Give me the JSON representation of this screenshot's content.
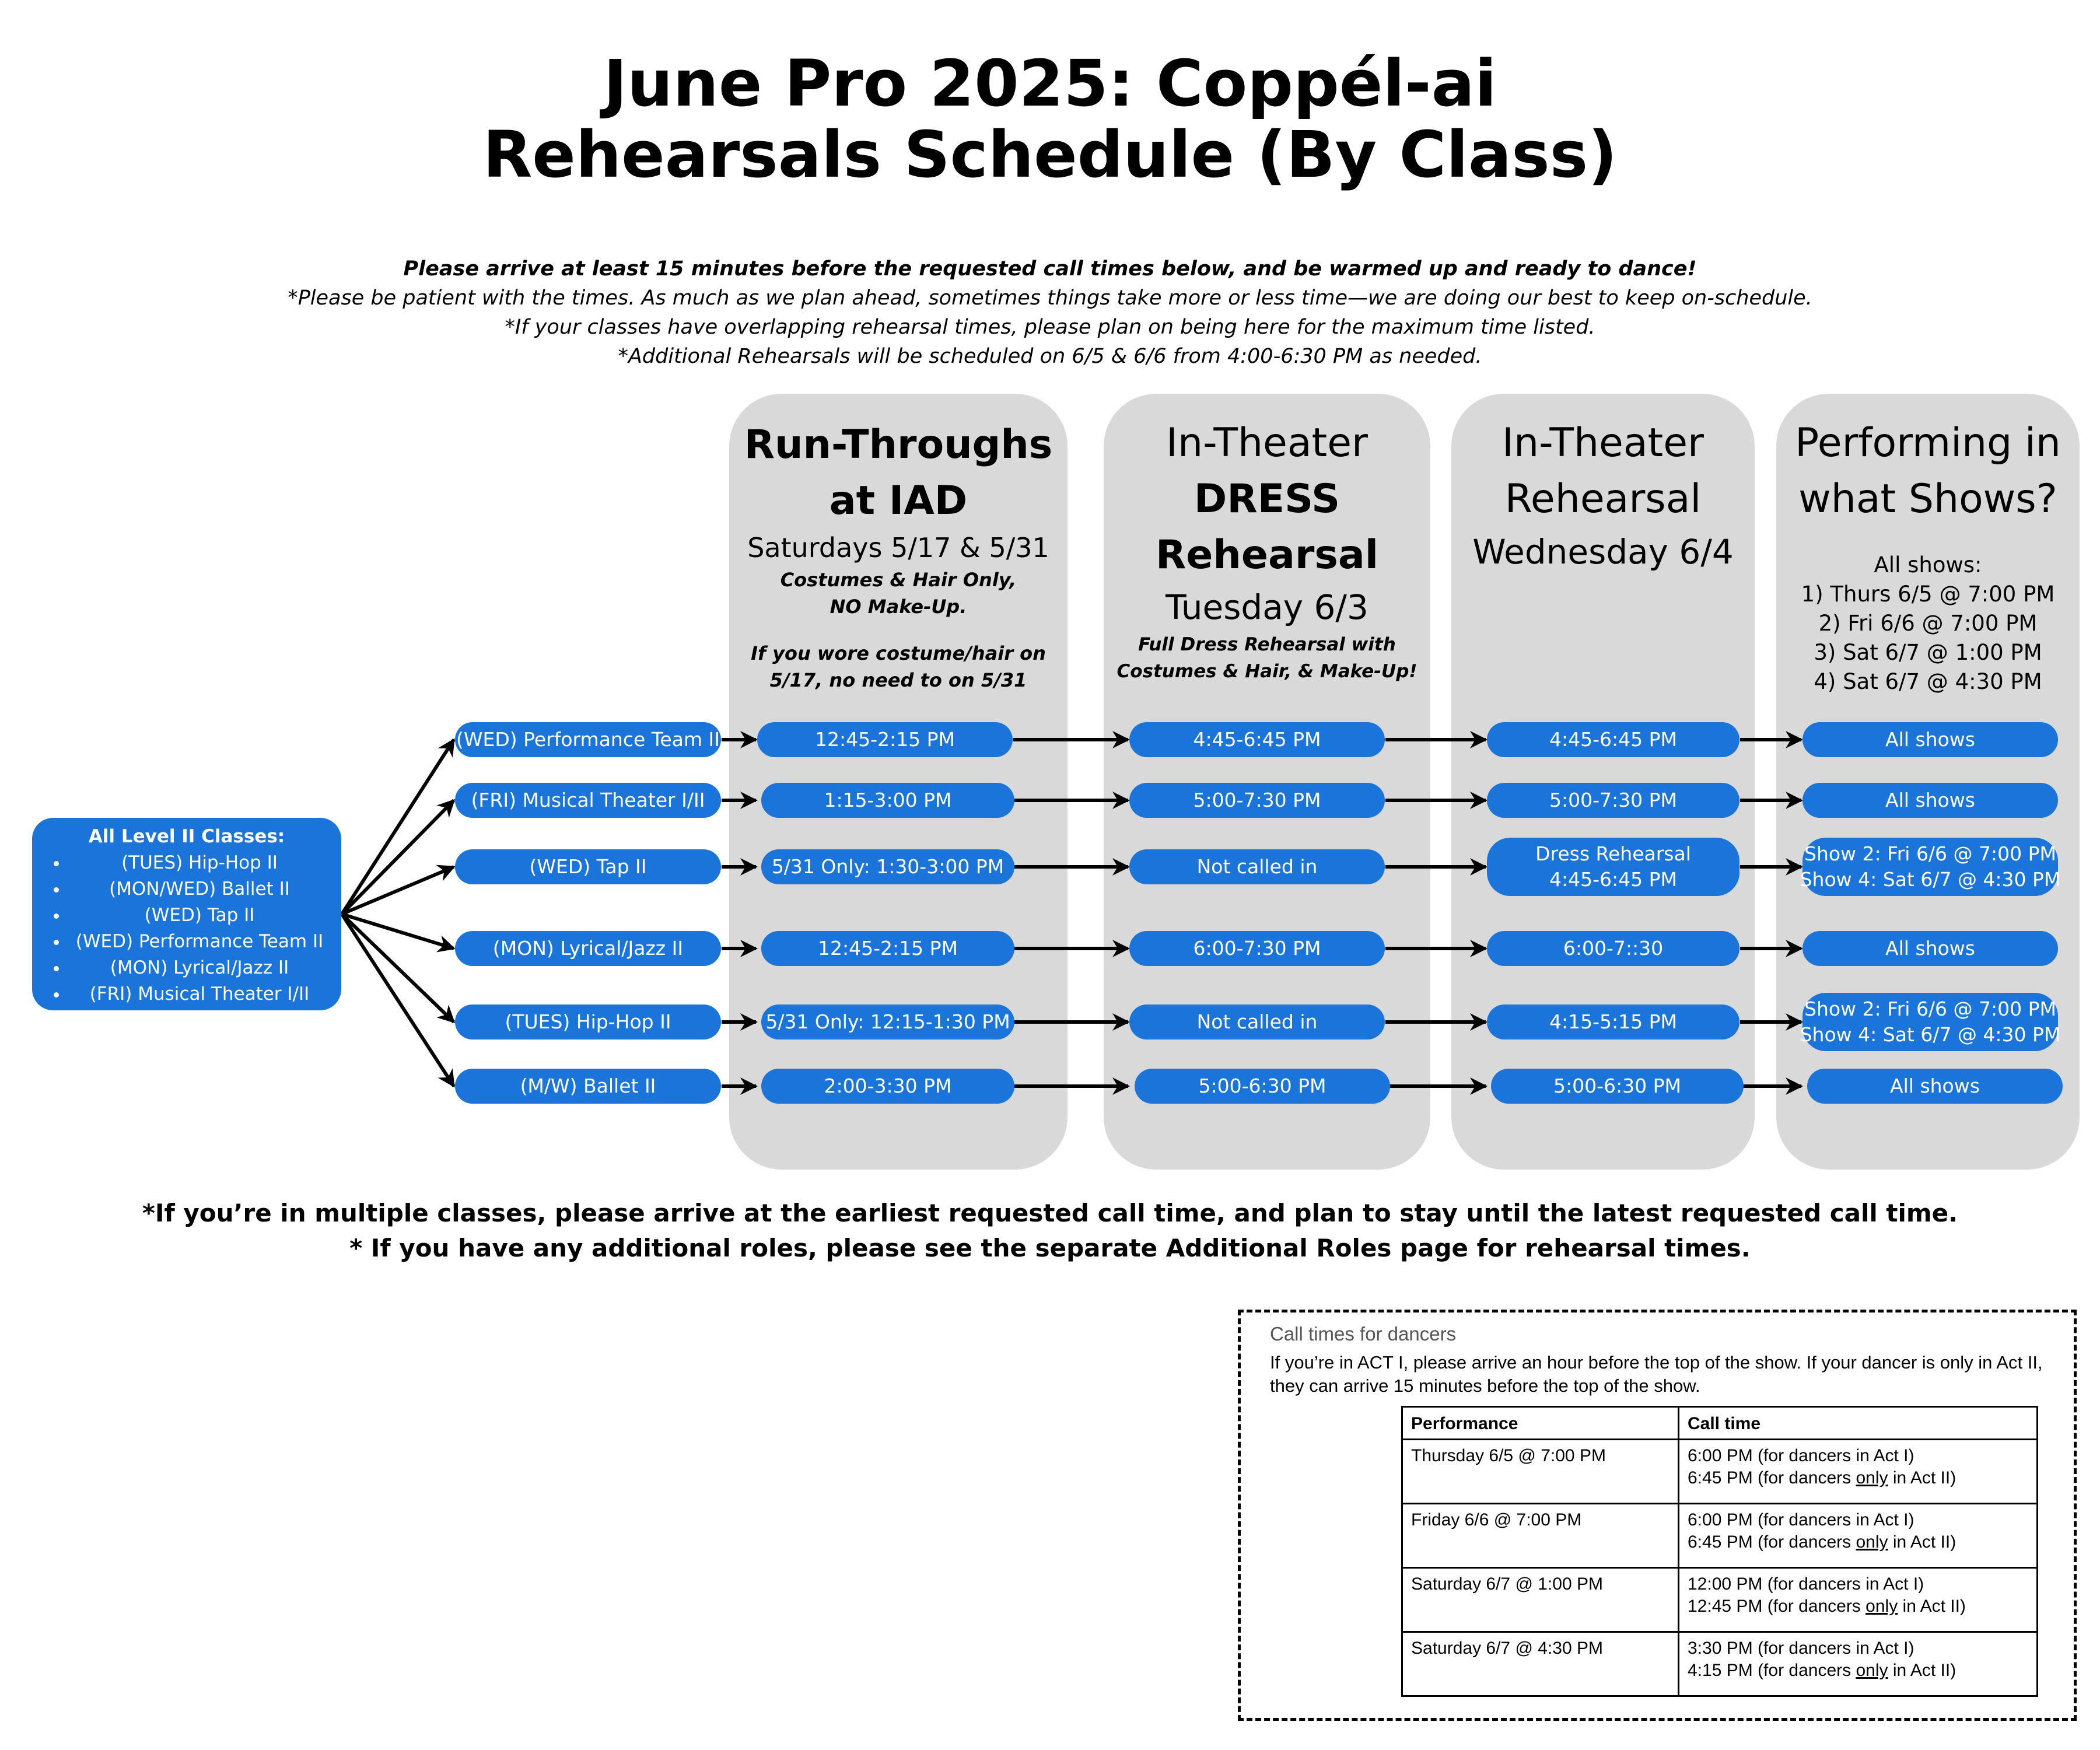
{
  "title": [
    "June Pro 2025: Coppél-ai",
    "Rehearsals Schedule (By Class)"
  ],
  "notes": [
    "Please arrive at least 15 minutes before the requested call times below, and be warmed up and ready to dance!",
    "*Please be patient with the times. As much as we plan ahead, sometimes things take more or less time—we are doing our best to keep on-schedule.",
    "*If your classes have overlapping rehearsal times, please plan on being here for the maximum time listed.",
    "*Additional Rehearsals will be scheduled on 6/5 & 6/6 from 4:00-6:30 PM as needed."
  ],
  "all_classes": {
    "heading": "All Level II Classes:",
    "items": [
      "(TUES) Hip-Hop II",
      "(MON/WED) Ballet II",
      "(WED) Tap II",
      "(WED) Performance Team II",
      "(MON) Lyrical/Jazz II",
      "(FRI) Musical Theater I/II"
    ]
  },
  "columns": {
    "runthrough": {
      "title": [
        "Run-Throughs",
        "at IAD"
      ],
      "subtitle": "Saturdays 5/17 & 5/31",
      "note1": [
        "Costumes & Hair Only,",
        "NO Make-Up."
      ],
      "note2": [
        "If you wore costume/hair on",
        "5/17, no need to on 5/31"
      ]
    },
    "dress": {
      "line1": "In-Theater",
      "bold": [
        "DRESS",
        "Rehearsal"
      ],
      "subtitle": "Tuesday 6/3",
      "note": [
        "Full Dress Rehearsal with",
        "Costumes & Hair, & Make-Up!"
      ]
    },
    "theater": {
      "title": [
        "In-Theater",
        "Rehearsal"
      ],
      "subtitle": "Wednesday 6/4"
    },
    "shows": {
      "title": [
        "Performing in",
        "what Shows?"
      ],
      "heading": "All shows:",
      "list": [
        "1) Thurs 6/5 @ 7:00 PM",
        "2) Fri 6/6 @ 7:00 PM",
        "3) Sat 6/7 @ 1:00 PM",
        "4) Sat 6/7 @ 4:30 PM"
      ]
    }
  },
  "rows": [
    {
      "class": "(WED) Performance Team II",
      "runthrough": [
        "12:45-2:15 PM"
      ],
      "dress": [
        "4:45-6:45 PM"
      ],
      "theater": [
        "4:45-6:45 PM"
      ],
      "shows": [
        "All shows"
      ]
    },
    {
      "class": "(FRI) Musical Theater I/II",
      "runthrough": [
        "1:15-3:00 PM"
      ],
      "dress": [
        "5:00-7:30 PM"
      ],
      "theater": [
        "5:00-7:30 PM"
      ],
      "shows": [
        "All shows"
      ]
    },
    {
      "class": "(WED) Tap II",
      "runthrough": [
        "5/31 Only: 1:30-3:00 PM"
      ],
      "dress": [
        "Not called in"
      ],
      "theater": [
        "Dress Rehearsal",
        "4:45-6:45 PM"
      ],
      "shows": [
        "Show 2: Fri 6/6 @ 7:00 PM",
        "Show 4: Sat 6/7 @ 4:30 PM"
      ]
    },
    {
      "class": "(MON) Lyrical/Jazz II",
      "runthrough": [
        "12:45-2:15 PM"
      ],
      "dress": [
        "6:00-7:30 PM"
      ],
      "theater": [
        "6:00-7::30"
      ],
      "shows": [
        "All shows"
      ]
    },
    {
      "class": "(TUES) Hip-Hop II",
      "runthrough": [
        "5/31 Only: 12:15-1:30 PM"
      ],
      "dress": [
        "Not called in"
      ],
      "theater": [
        "4:15-5:15 PM"
      ],
      "shows": [
        "Show 2: Fri 6/6 @ 7:00 PM",
        "Show 4: Sat 6/7 @ 4:30 PM"
      ]
    },
    {
      "class": "(M/W) Ballet II",
      "runthrough": [
        "2:00-3:30 PM"
      ],
      "dress": [
        "5:00-6:30 PM"
      ],
      "theater": [
        "5:00-6:30 PM"
      ],
      "shows": [
        "All shows"
      ]
    }
  ],
  "footer": [
    "*If you’re in multiple classes, please arrive at the earliest requested call time, and plan to stay until the latest requested call time.",
    "* If you have any additional roles, please see the separate Additional Roles page for rehearsal times."
  ],
  "call_times": {
    "title": "Call times for dancers",
    "description": "If you’re in ACT I, please arrive an hour before the top of the show. If your dancer is only in Act II, they can arrive 15 minutes before the top of the show.",
    "headers": [
      "Performance",
      "Call time"
    ],
    "word_only": "only",
    "rows": [
      {
        "performance": "Thursday 6/5 @ 7:00 PM",
        "act1": "6:00 PM (for dancers in Act I)",
        "act2_pre": "6:45 PM (for dancers ",
        "act2_post": " in Act II)"
      },
      {
        "performance": "Friday 6/6 @ 7:00 PM",
        "act1": "6:00 PM (for dancers in Act I)",
        "act2_pre": "6:45 PM (for dancers ",
        "act2_post": " in Act II)"
      },
      {
        "performance": "Saturday 6/7 @ 1:00 PM",
        "act1": "12:00 PM (for dancers in Act I)",
        "act2_pre": "12:45 PM (for dancers ",
        "act2_post": " in Act II)"
      },
      {
        "performance": "Saturday 6/7 @ 4:30 PM",
        "act1": "3:30 PM (for dancers in Act I)",
        "act2_pre": "4:15 PM (for dancers ",
        "act2_post": " in Act II)"
      }
    ]
  },
  "colors": {
    "pill": "#1a74d9",
    "column_bg": "#d9d9d9",
    "arrow": "#000000"
  }
}
